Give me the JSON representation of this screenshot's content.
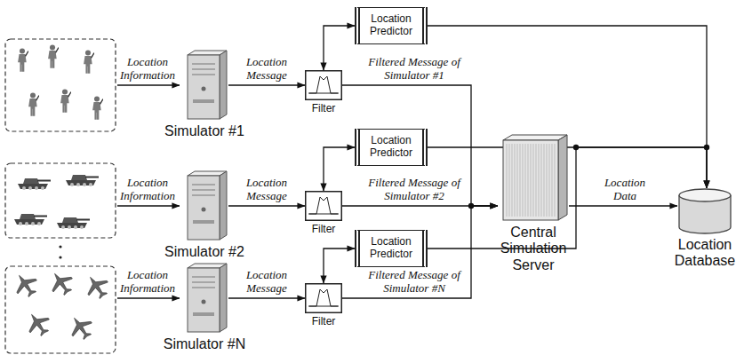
{
  "diagram": {
    "nodes": [
      {
        "text": [
          "Simulator #1"
        ]
      },
      {
        "text": [
          "Filter"
        ]
      },
      {
        "text": [
          "Location Predictor"
        ]
      },
      {
        "text": [
          "Simulator #2"
        ]
      },
      {
        "text": [
          "Filter"
        ]
      },
      {
        "text": [
          "Location Predictor"
        ]
      },
      {
        "text": [
          "Simulator #N"
        ]
      },
      {
        "text": [
          "Filter"
        ]
      },
      {
        "text": [
          "Location Predictor"
        ]
      },
      {
        "text": [
          "Central Simulation Server"
        ]
      },
      {
        "text": [
          "Location Database"
        ]
      }
    ],
    "edges": [
      {
        "from": 0,
        "to": 1,
        "label": "Location Message",
        "arrow": "to"
      },
      {
        "from": 1,
        "to": 2,
        "arrow": "both"
      },
      {
        "from": 1,
        "to": 9,
        "label": "Filtered Message of Simulator #1",
        "arrow": "to"
      },
      {
        "from": 2,
        "to": 10,
        "arrow": "to"
      },
      {
        "from": 3,
        "to": 4,
        "label": "Location Message",
        "arrow": "to"
      },
      {
        "from": 4,
        "to": 5,
        "arrow": "both"
      },
      {
        "from": 4,
        "to": 9,
        "label": "Filtered Message of Simulator #2",
        "arrow": "to"
      },
      {
        "from": 5,
        "to": 10,
        "arrow": "to"
      },
      {
        "from": 6,
        "to": 7,
        "label": "Location Message",
        "arrow": "to"
      },
      {
        "from": 7,
        "to": 8,
        "arrow": "both"
      },
      {
        "from": 7,
        "to": 9,
        "label": "Filtered Message of Simulator #N",
        "arrow": "to"
      },
      {
        "from": 8,
        "to": 10,
        "arrow": "to"
      },
      {
        "from": 9,
        "to": 10,
        "label": "Location Data",
        "arrow": "to"
      }
    ],
    "labels": [
      "Location Information",
      "Location Information",
      "Location Information"
    ]
  }
}
